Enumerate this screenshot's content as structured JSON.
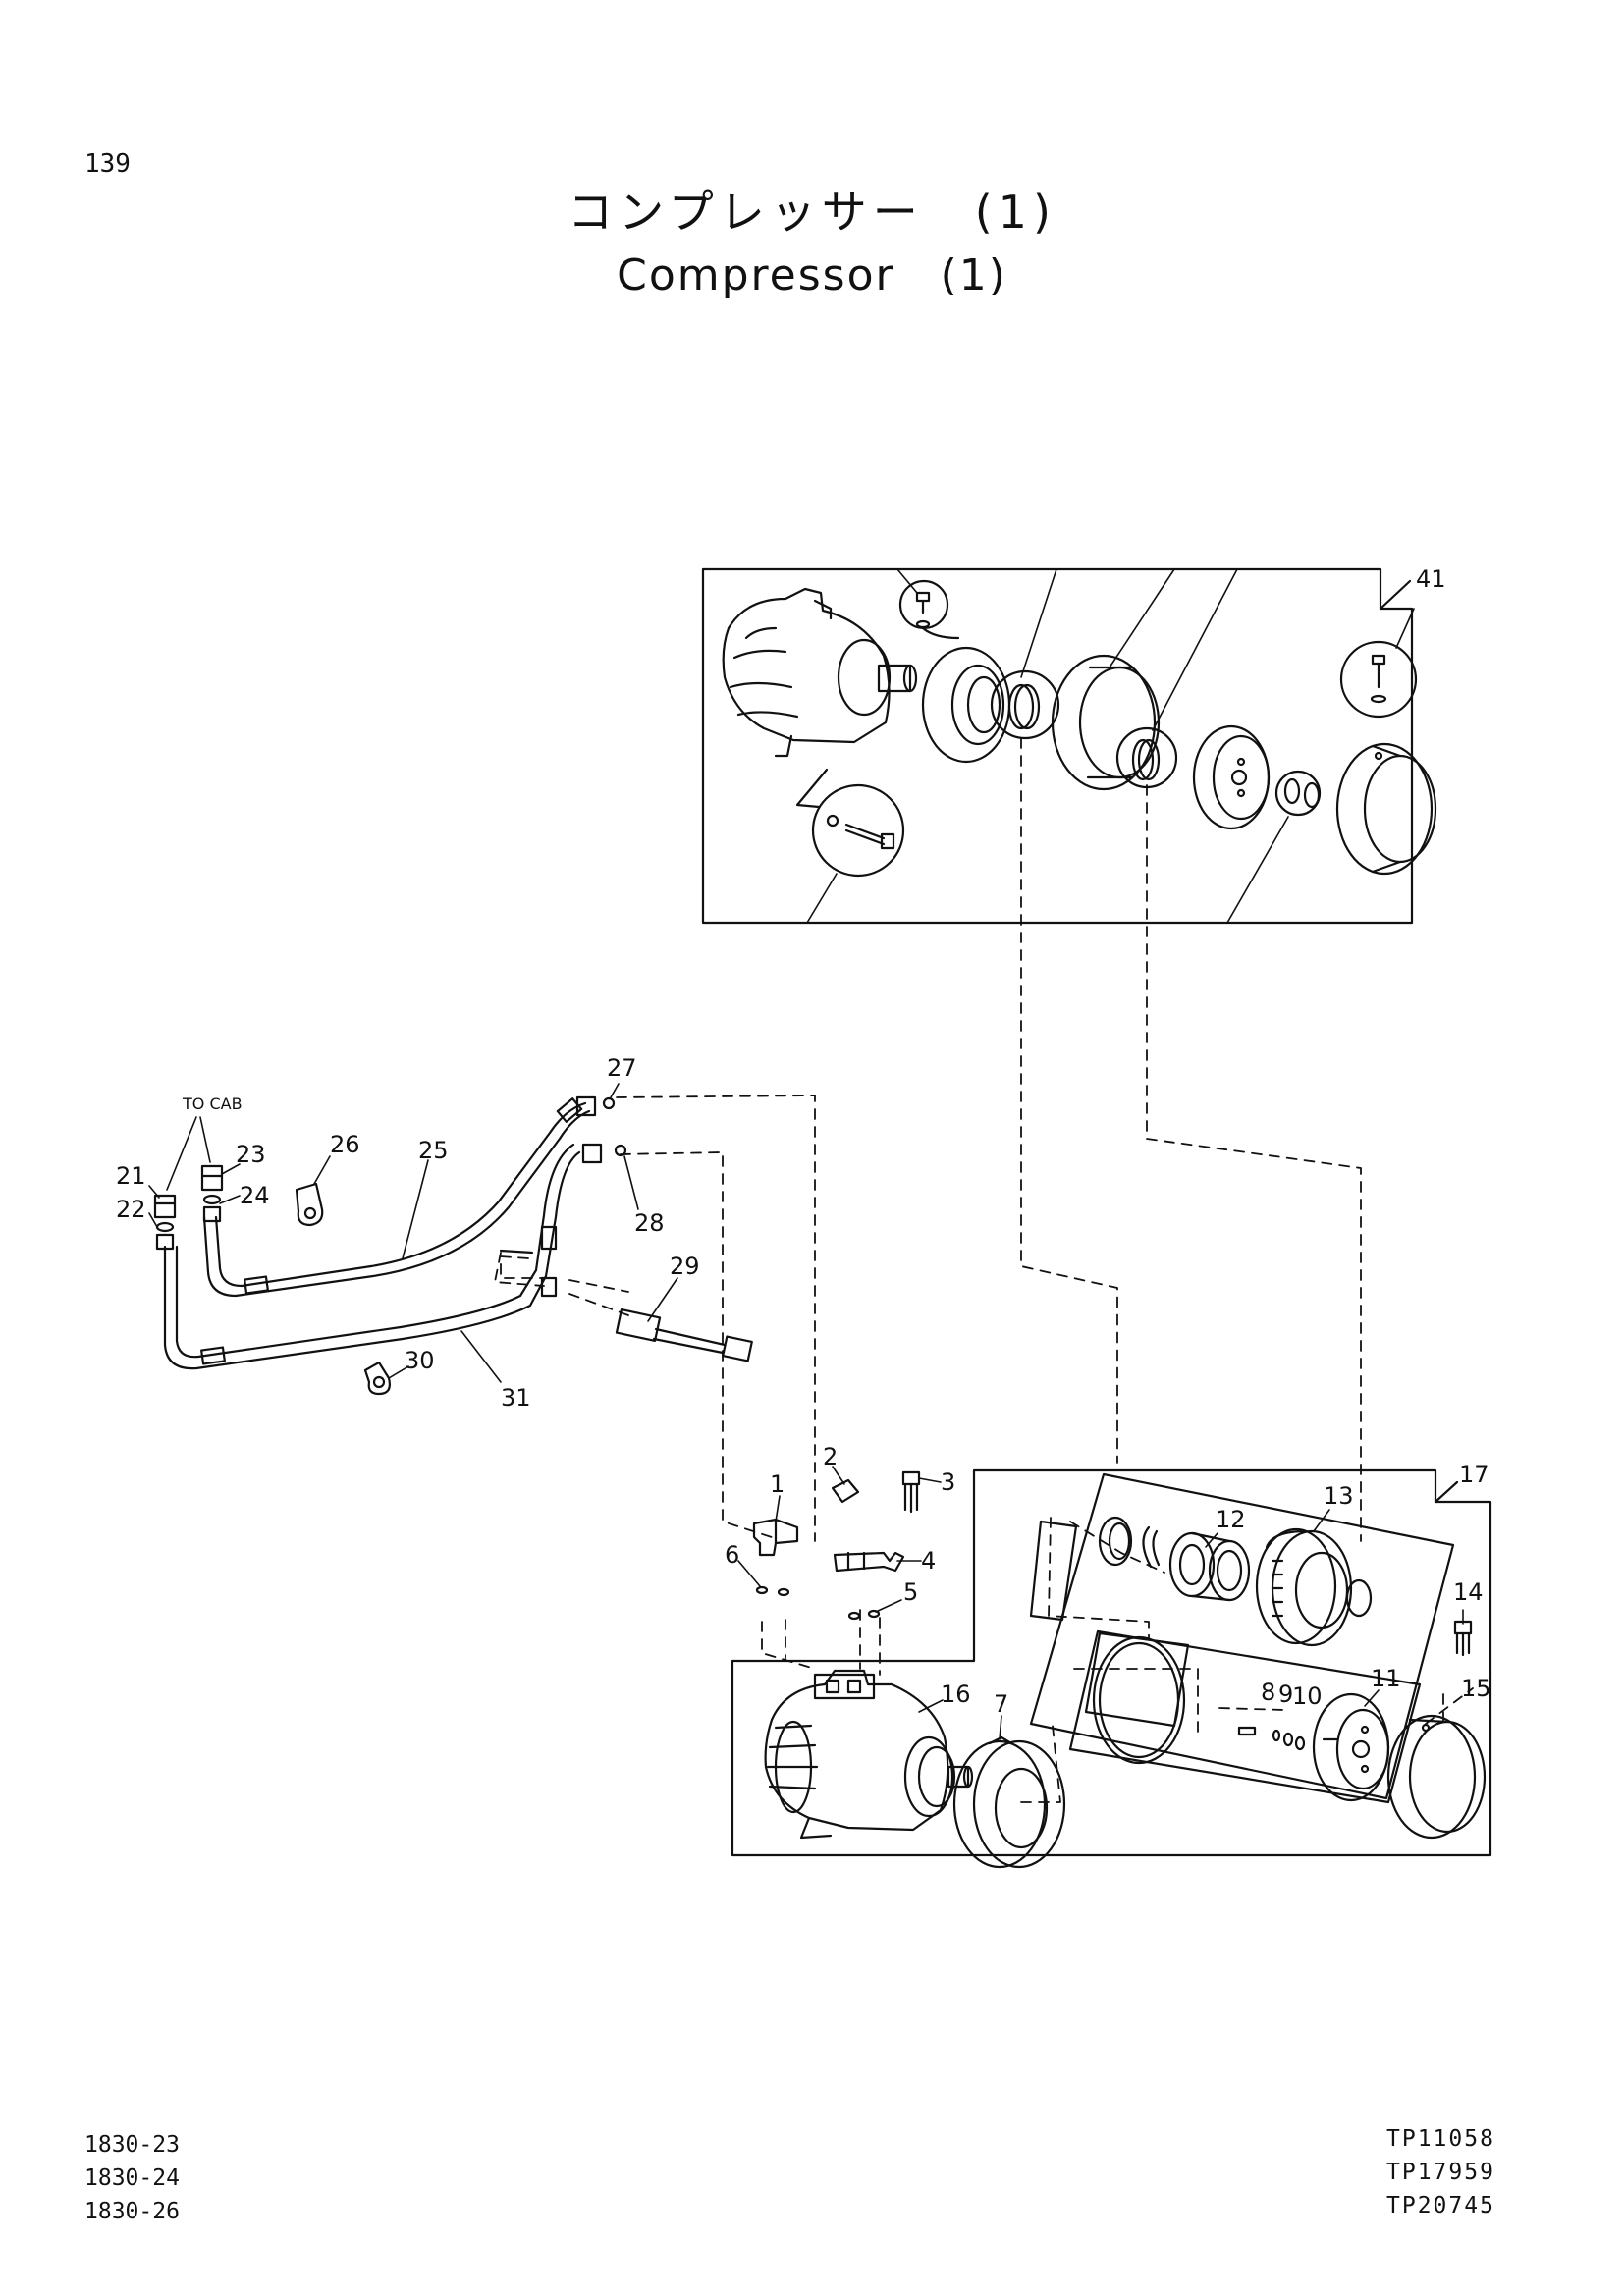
{
  "page_number": "139",
  "title_jp": "コンプレッサー　(1)",
  "title_en": "Compressor　(1)",
  "parts_codes": [
    "1830-23",
    "1830-24",
    "1830-26"
  ],
  "reference_codes": [
    "TP11058",
    "TP17959",
    "TP20745"
  ],
  "callouts": {
    "c1": "1",
    "c2": "2",
    "c3": "3",
    "c4": "4",
    "c5": "5",
    "c6": "6",
    "c7": "7",
    "c8": "8",
    "c9": "9",
    "c10": "10",
    "c11": "11",
    "c12": "12",
    "c13": "13",
    "c14": "14",
    "c15": "15",
    "c16": "16",
    "c17": "17",
    "c21": "21",
    "c22": "22",
    "c23": "23",
    "c24": "24",
    "c25": "25",
    "c26": "26",
    "c27": "27",
    "c28": "28",
    "c29": "29",
    "c30": "30",
    "c31": "31",
    "c41": "41"
  },
  "to_cab_label": "TO CAB"
}
